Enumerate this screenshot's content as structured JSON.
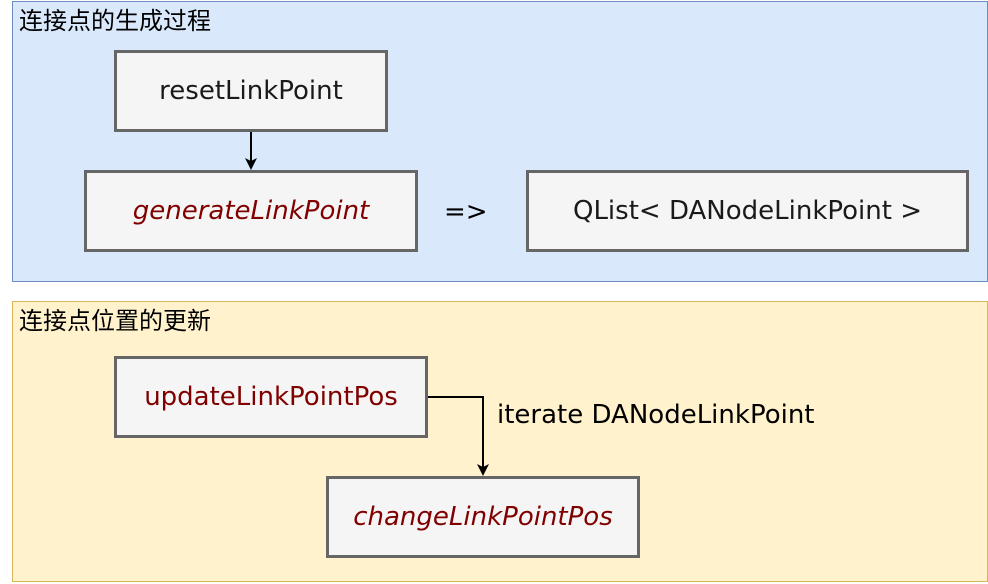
{
  "groups": {
    "generation": {
      "title": "连接点的生成过程"
    },
    "update": {
      "title": "连接点位置的更新"
    }
  },
  "nodes": {
    "reset": "resetLinkPoint",
    "generate": "generateLinkPoint",
    "qlist": "QList< DANodeLinkPoint >",
    "update_pos": "updateLinkPointPos",
    "change_pos": "changeLinkPointPos"
  },
  "labels": {
    "implies": "=>",
    "iterate": "iterate  DANodeLinkPoint"
  },
  "colors": {
    "blue_fill": "#dae8fc",
    "blue_stroke": "#6c8ebf",
    "yellow_fill": "#fff2cc",
    "yellow_stroke": "#d6b656",
    "node_fill": "#f5f5f5",
    "node_stroke": "#666666",
    "function_text": "#800000"
  }
}
